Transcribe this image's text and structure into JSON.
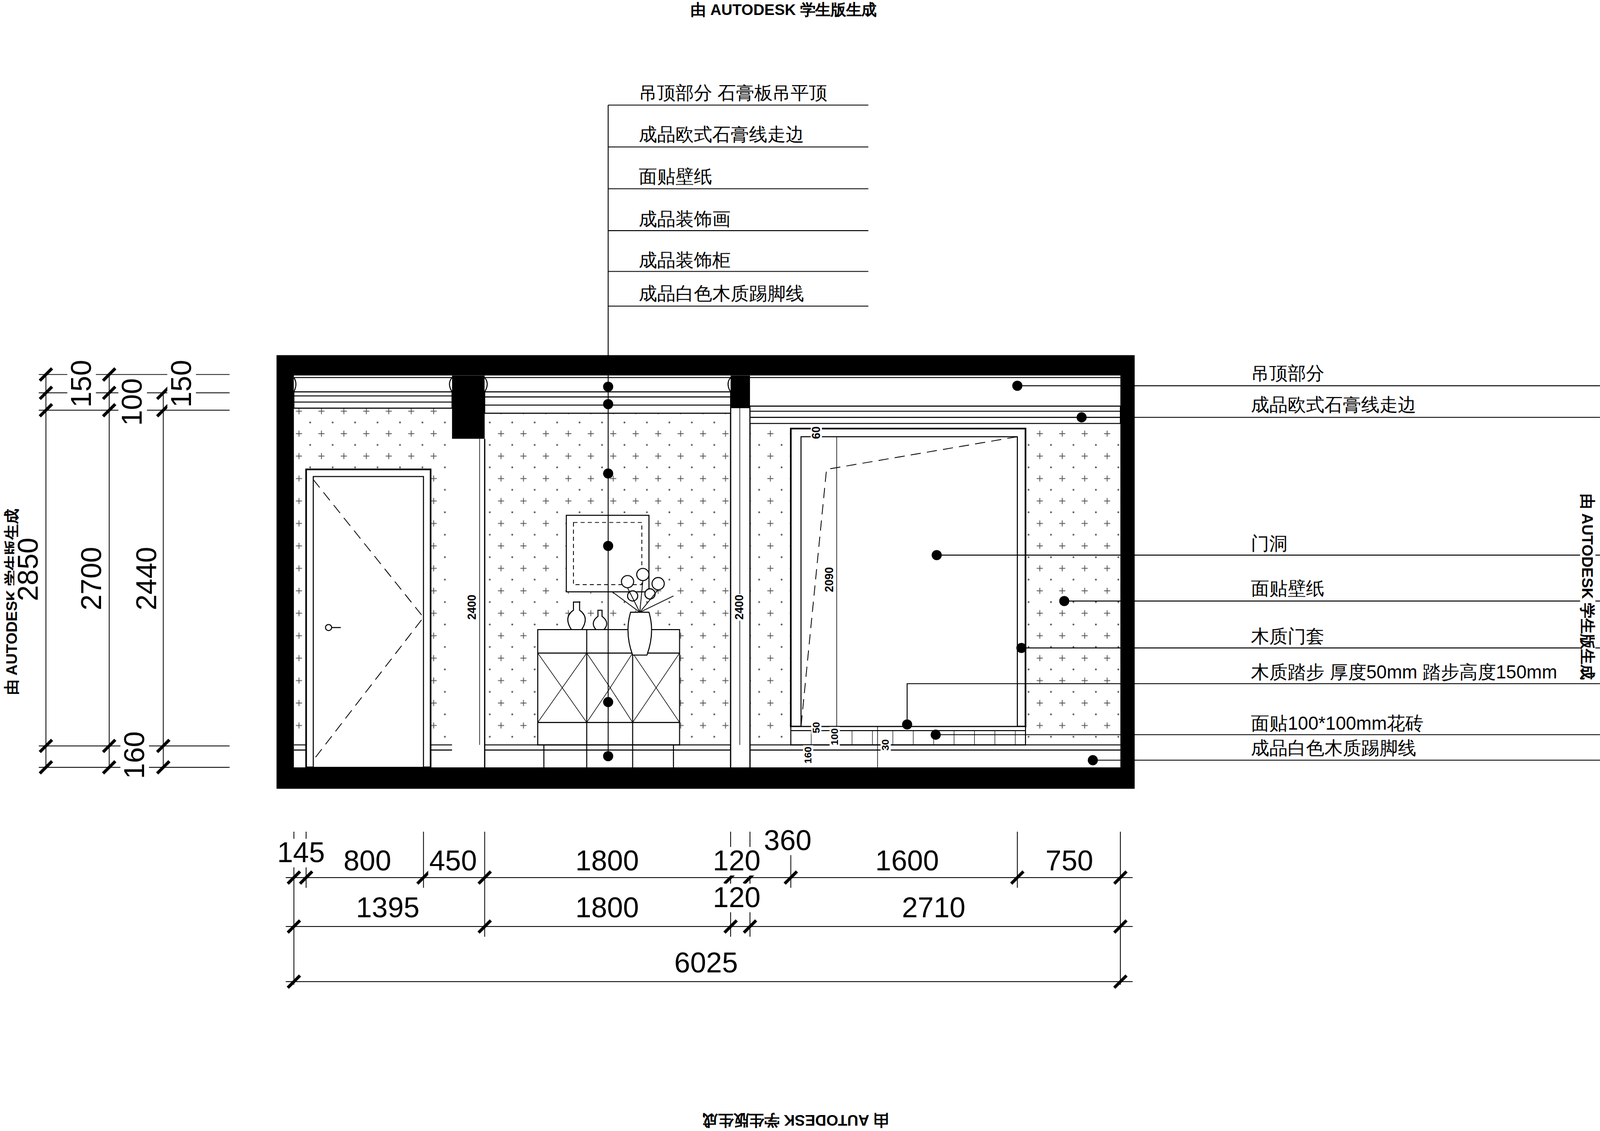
{
  "diagram": {
    "labels": [
      "由 AUTODESK 学生版生成",
      "由 AUTODESK 学生版生成",
      "由 AUTODESK 学生版生成",
      "由 AUTODESK 学生版生成",
      "吊顶部分 石膏板吊平顶",
      "成品欧式石膏线走边",
      "面贴壁纸",
      "成品装饰画",
      "成品装饰柜",
      "成品白色木质踢脚线",
      "吊顶部分",
      "成品欧式石膏线走边",
      "门洞",
      "面贴壁纸",
      "木质门套",
      "木质踏步 厚度50mm 踏步高度150mm",
      "面贴100*100mm花砖",
      "成品白色木质踢脚线",
      "150",
      "100",
      "150",
      "2850",
      "2700",
      "2440",
      "160",
      "2400",
      "2400",
      "2090",
      "60",
      "50",
      "100",
      "160",
      "30",
      "145",
      "800",
      "450",
      "1800",
      "120",
      "360",
      "1600",
      "750",
      "1395",
      "1800",
      "120",
      "2710",
      "6025"
    ]
  }
}
